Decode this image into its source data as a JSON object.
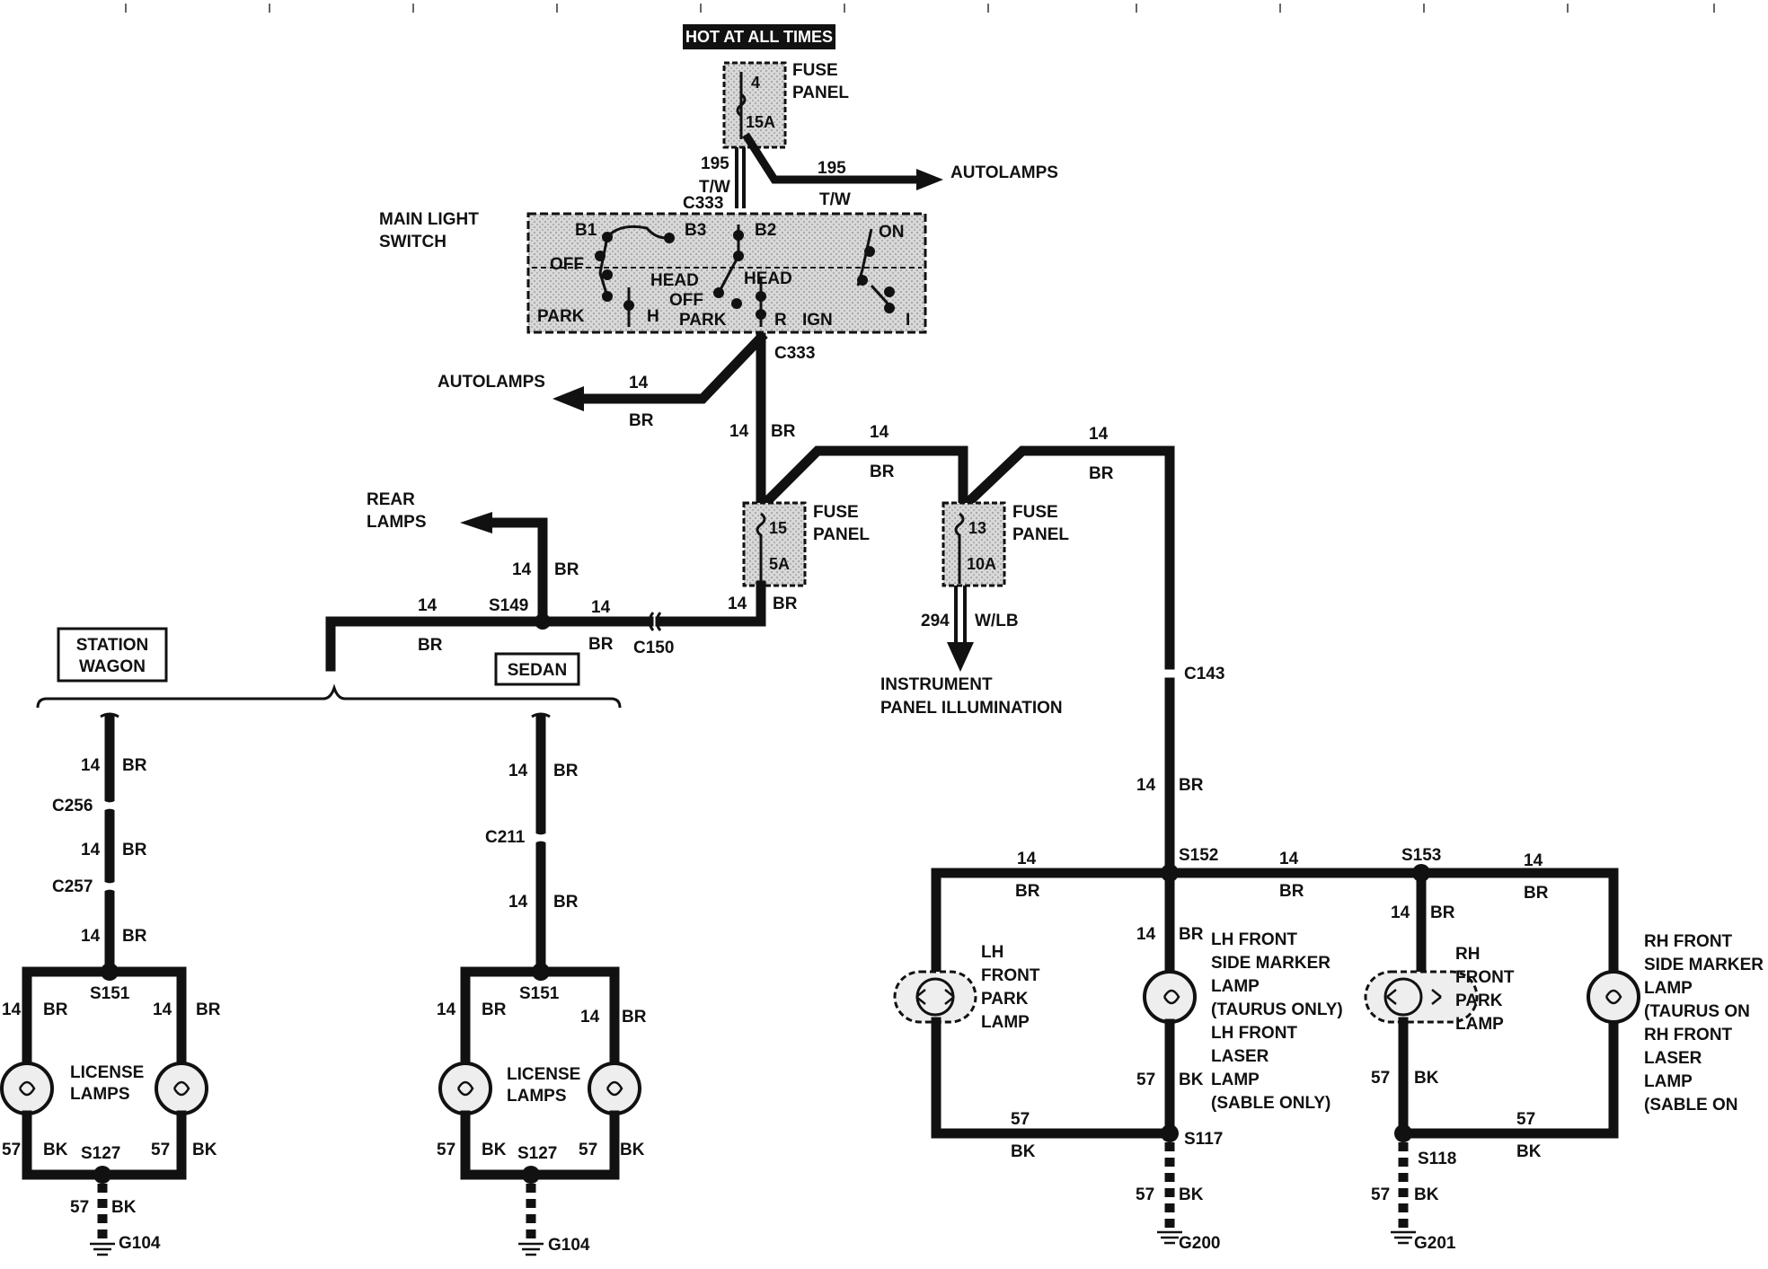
{
  "banner": "HOT AT ALL TIMES",
  "fuse_panel_top": {
    "label_l1": "FUSE",
    "label_l2": "PANEL",
    "fuse": "4",
    "amp": "15A"
  },
  "feed": {
    "wire_num": "195",
    "wire_color": "T/W",
    "connector": "C333",
    "autolamps_num": "195",
    "autolamps_color": "T/W",
    "autolamps_label": "AUTOLAMPS"
  },
  "main_switch": {
    "label_l1": "MAIN LIGHT",
    "label_l2": "SWITCH",
    "terminals": [
      "B1",
      "B3",
      "B2",
      "ON"
    ],
    "positions": [
      "OFF",
      "HEAD",
      "HEAD",
      "OFF",
      "PARK",
      "PARK",
      "H",
      "R",
      "IGN",
      "I"
    ],
    "out_connector": "C333"
  },
  "autolamps_left": {
    "label": "AUTOLAMPS",
    "num": "14",
    "color": "BR"
  },
  "trunk": {
    "num": "14",
    "color": "BR"
  },
  "fuse_15": {
    "label_l1": "FUSE",
    "label_l2": "PANEL",
    "fuse": "15",
    "amp": "5A",
    "in_num": "14",
    "in_color": "BR",
    "out_num": "14",
    "out_color": "BR"
  },
  "fuse_13": {
    "label_l1": "FUSE",
    "label_l2": "PANEL",
    "fuse": "13",
    "amp": "10A",
    "out_num": "294",
    "out_color": "W/LB",
    "dest_l1": "INSTRUMENT",
    "dest_l2": "PANEL ILLUMINATION"
  },
  "right_feed": {
    "num": "14",
    "color": "BR",
    "connector": "C143",
    "num2": "14",
    "color2": "BR"
  },
  "rear": {
    "label_l1": "REAR",
    "label_l2": "LAMPS",
    "num": "14",
    "color": "BR",
    "splice": "S149",
    "left_num": "14",
    "left_color": "BR",
    "right_num": "14",
    "right_color": "BR",
    "connector": "C150"
  },
  "station_wagon": {
    "label_l1": "STATION",
    "label_l2": "WAGON",
    "w1_num": "14",
    "w1_color": "BR",
    "c1": "C256",
    "w2_num": "14",
    "w2_color": "BR",
    "c2": "C257",
    "w3_num": "14",
    "w3_color": "BR",
    "splice": "S151",
    "lnum": "14",
    "lcolor": "BR",
    "rnum": "14",
    "rcolor": "BR",
    "lamps_l1": "LICENSE",
    "lamps_l2": "LAMPS",
    "g_lnum": "57",
    "g_lcolor": "BK",
    "g_rnum": "57",
    "g_rcolor": "BK",
    "gsplice": "S127",
    "gnum": "57",
    "gcolor": "BK",
    "ground": "G104"
  },
  "sedan": {
    "label": "SEDAN",
    "w1_num": "14",
    "w1_color": "BR",
    "c1": "C211",
    "w2_num": "14",
    "w2_color": "BR",
    "splice": "S151",
    "lnum": "14",
    "lcolor": "BR",
    "rnum": "14",
    "rcolor": "BR",
    "lamps_l1": "LICENSE",
    "lamps_l2": "LAMPS",
    "g_lnum": "57",
    "g_lcolor": "BK",
    "g_rnum": "57",
    "g_rcolor": "BK",
    "gsplice": "S127",
    "ground": "G104"
  },
  "front": {
    "s152": "S152",
    "s153": "S153",
    "w_lh_num": "14",
    "w_lh_color": "BR",
    "w_mid_num": "14",
    "w_mid_color": "BR",
    "w_rh_num": "14",
    "w_rh_color": "BR",
    "w_lhside_num": "14",
    "w_lhside_color": "BR",
    "w_rhpark_num": "14",
    "w_rhpark_color": "BR",
    "lh_park": [
      "LH",
      "FRONT",
      "PARK",
      "LAMP"
    ],
    "lh_side": [
      "LH FRONT",
      "SIDE MARKER",
      "LAMP",
      "(TAURUS ONLY)",
      "LH FRONT",
      "LASER",
      "LAMP",
      "(SABLE ONLY)"
    ],
    "rh_park": [
      "RH",
      "FRONT",
      "PARK",
      "LAMP"
    ],
    "rh_side": [
      "RH FRONT",
      "SIDE MARKER",
      "LAMP",
      "(TAURUS ON",
      "RH FRONT",
      "LASER",
      "LAMP",
      "(SABLE ON"
    ],
    "g1_num": "57",
    "g1_color": "BK",
    "g1_side_num": "57",
    "g1_side_color": "BK",
    "s117": "S117",
    "g200_num": "57",
    "g200_color": "BK",
    "g200": "G200",
    "g2_num": "57",
    "g2_color": "BK",
    "g2_park_num": "57",
    "g2_park_color": "BK",
    "s118": "S118",
    "g201_num": "57",
    "g201_color": "BK",
    "g201": "G201"
  }
}
